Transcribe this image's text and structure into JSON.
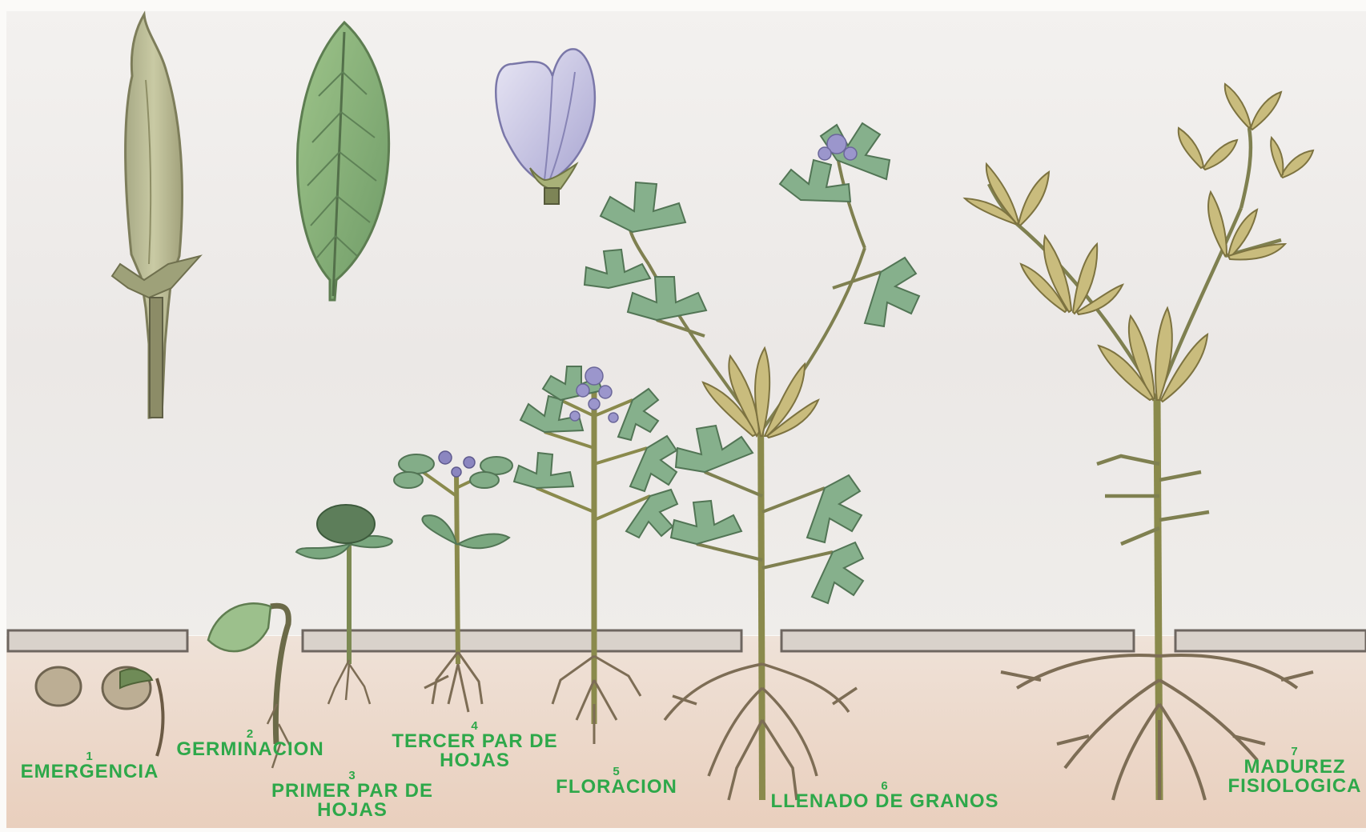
{
  "stages": [
    {
      "number": "1",
      "name": "EMERGENCIA"
    },
    {
      "number": "2",
      "name": "GERMINACION"
    },
    {
      "number": "3",
      "name_line1": "PRIMER PAR DE",
      "name_line2": "HOJAS"
    },
    {
      "number": "4",
      "name_line1": "TERCER PAR DE",
      "name_line2": "HOJAS"
    },
    {
      "number": "5",
      "name": "FLORACION"
    },
    {
      "number": "6",
      "name": "LLENADO DE GRANOS"
    },
    {
      "number": "7",
      "name_line1": "MADUREZ",
      "name_line2": "FISIOLOGICA"
    }
  ],
  "colors": {
    "label": "#2ea84a",
    "background": "#efece9",
    "soil": "#ecd6c7",
    "stem": "#8f8944",
    "leaf": "#7fa58f",
    "pod": "#c6b978",
    "flower": "#b9b5da",
    "root": "#7d6d55"
  },
  "icons": [
    "pod-icon",
    "leaf-icon",
    "flower-bud-icon",
    "seed-icon",
    "seedling-icon",
    "plant-icon",
    "root-icon"
  ]
}
